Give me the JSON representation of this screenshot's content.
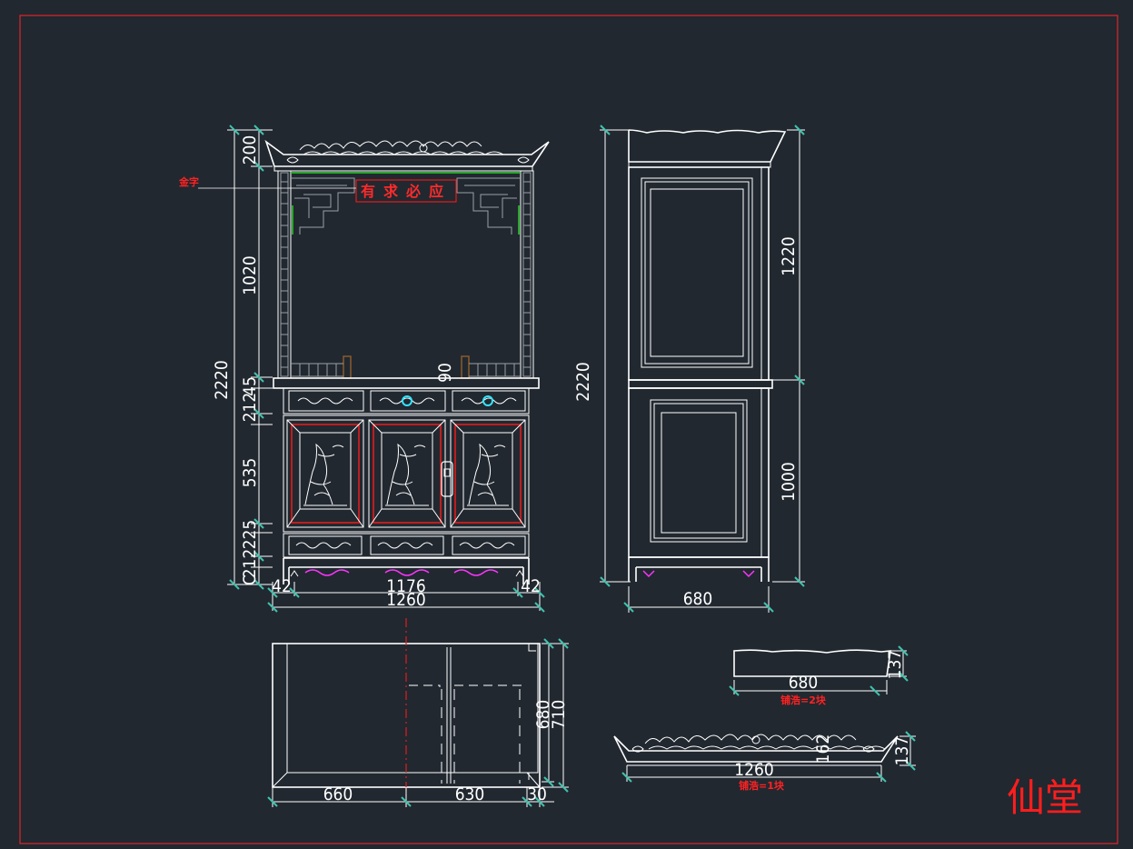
{
  "drawing": {
    "title": "仙堂",
    "inscription": "有求必应",
    "callout_label": "金字",
    "front_dims": {
      "total_height": "2220",
      "top_crown": "200",
      "upper_opening": "1020",
      "ledge": "45",
      "drawer_band": "212",
      "door_zone": "535",
      "lower_drawer": "225",
      "lower_drawer_prefix": "212",
      "base": "C",
      "rail": "90",
      "left_margin": "42",
      "inner_width": "1176",
      "right_margin": "42",
      "total_width": "1260"
    },
    "side_dims": {
      "total_height": "2220",
      "upper_height": "1220",
      "lower_height": "1000",
      "depth": "680"
    },
    "plan_dims": {
      "left": "660",
      "right": "630",
      "edge": "30",
      "depth_inner": "680",
      "depth_outer": "710"
    },
    "detail_top": {
      "width": "680",
      "height": "137",
      "note": "铺浩=2块"
    },
    "detail_crown": {
      "width": "1260",
      "height": "137",
      "inner_height": "162",
      "note": "铺浩=1块"
    },
    "colors": {
      "background": "#212830",
      "border": "#e0262b",
      "lines": "#ffffff",
      "accent_red": "#e31b1b",
      "accent_green": "#2ad12a",
      "accent_magenta": "#ff33ff",
      "accent_cyan": "#33e5ff",
      "accent_brown": "#8a5a2c",
      "tick": "#3ec3ae"
    }
  }
}
